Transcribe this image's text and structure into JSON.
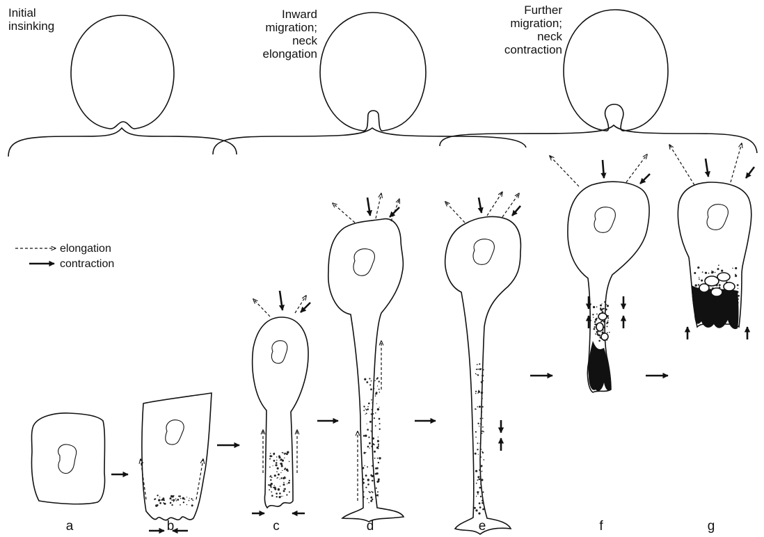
{
  "stages": [
    {
      "caption": "Initial\ninsinking"
    },
    {
      "caption": "Inward\nmigration;\nneck\nelongation"
    },
    {
      "caption": "Further\nmigration;\nneck\ncontraction"
    }
  ],
  "legend": {
    "elongation": "elongation",
    "contraction": "contraction"
  },
  "cells": [
    "a",
    "b",
    "c",
    "d",
    "e",
    "f",
    "g"
  ]
}
